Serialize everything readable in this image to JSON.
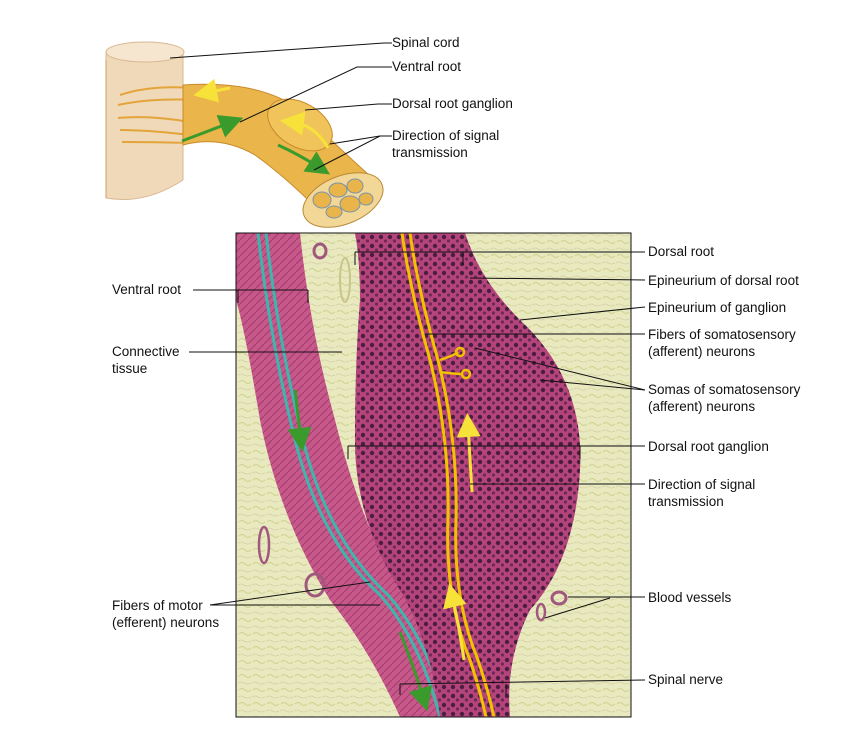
{
  "top_figure": {
    "labels": {
      "spinal_cord": "Spinal cord",
      "ventral_root": "Ventral root",
      "dorsal_root_ganglion": "Dorsal root ganglion",
      "direction_line1": "Direction of signal",
      "direction_line2": "transmission"
    }
  },
  "micrograph": {
    "left_labels": {
      "ventral_root": "Ventral root",
      "connective_line1": "Connective",
      "connective_line2": "tissue",
      "motor_line1": "Fibers of motor",
      "motor_line2": "(efferent) neurons"
    },
    "right_labels": {
      "dorsal_root": "Dorsal root",
      "epineurium_dorsal_root": "Epineurium of dorsal root",
      "epineurium_ganglion": "Epineurium of ganglion",
      "fibers_somato_line1": "Fibers of somatosensory",
      "fibers_somato_line2": "(afferent) neurons",
      "somas_line1": "Somas of somatosensory",
      "somas_line2": "(afferent) neurons",
      "dorsal_root_ganglion": "Dorsal root ganglion",
      "direction_line1": "Direction of signal",
      "direction_line2": "transmission",
      "blood_vessels": "Blood vessels",
      "spinal_nerve": "Spinal nerve"
    }
  },
  "colors": {
    "tissue_pink": "#c0507f",
    "connective_yellow": "#e6e7b8",
    "nerve_fiber": "#f2c200",
    "motor_fiber": "#3fb6ad",
    "arrow_green": "#3a9a2c",
    "arrow_yellow": "#f7e23a",
    "cord_beige": "#f0d9b8"
  }
}
